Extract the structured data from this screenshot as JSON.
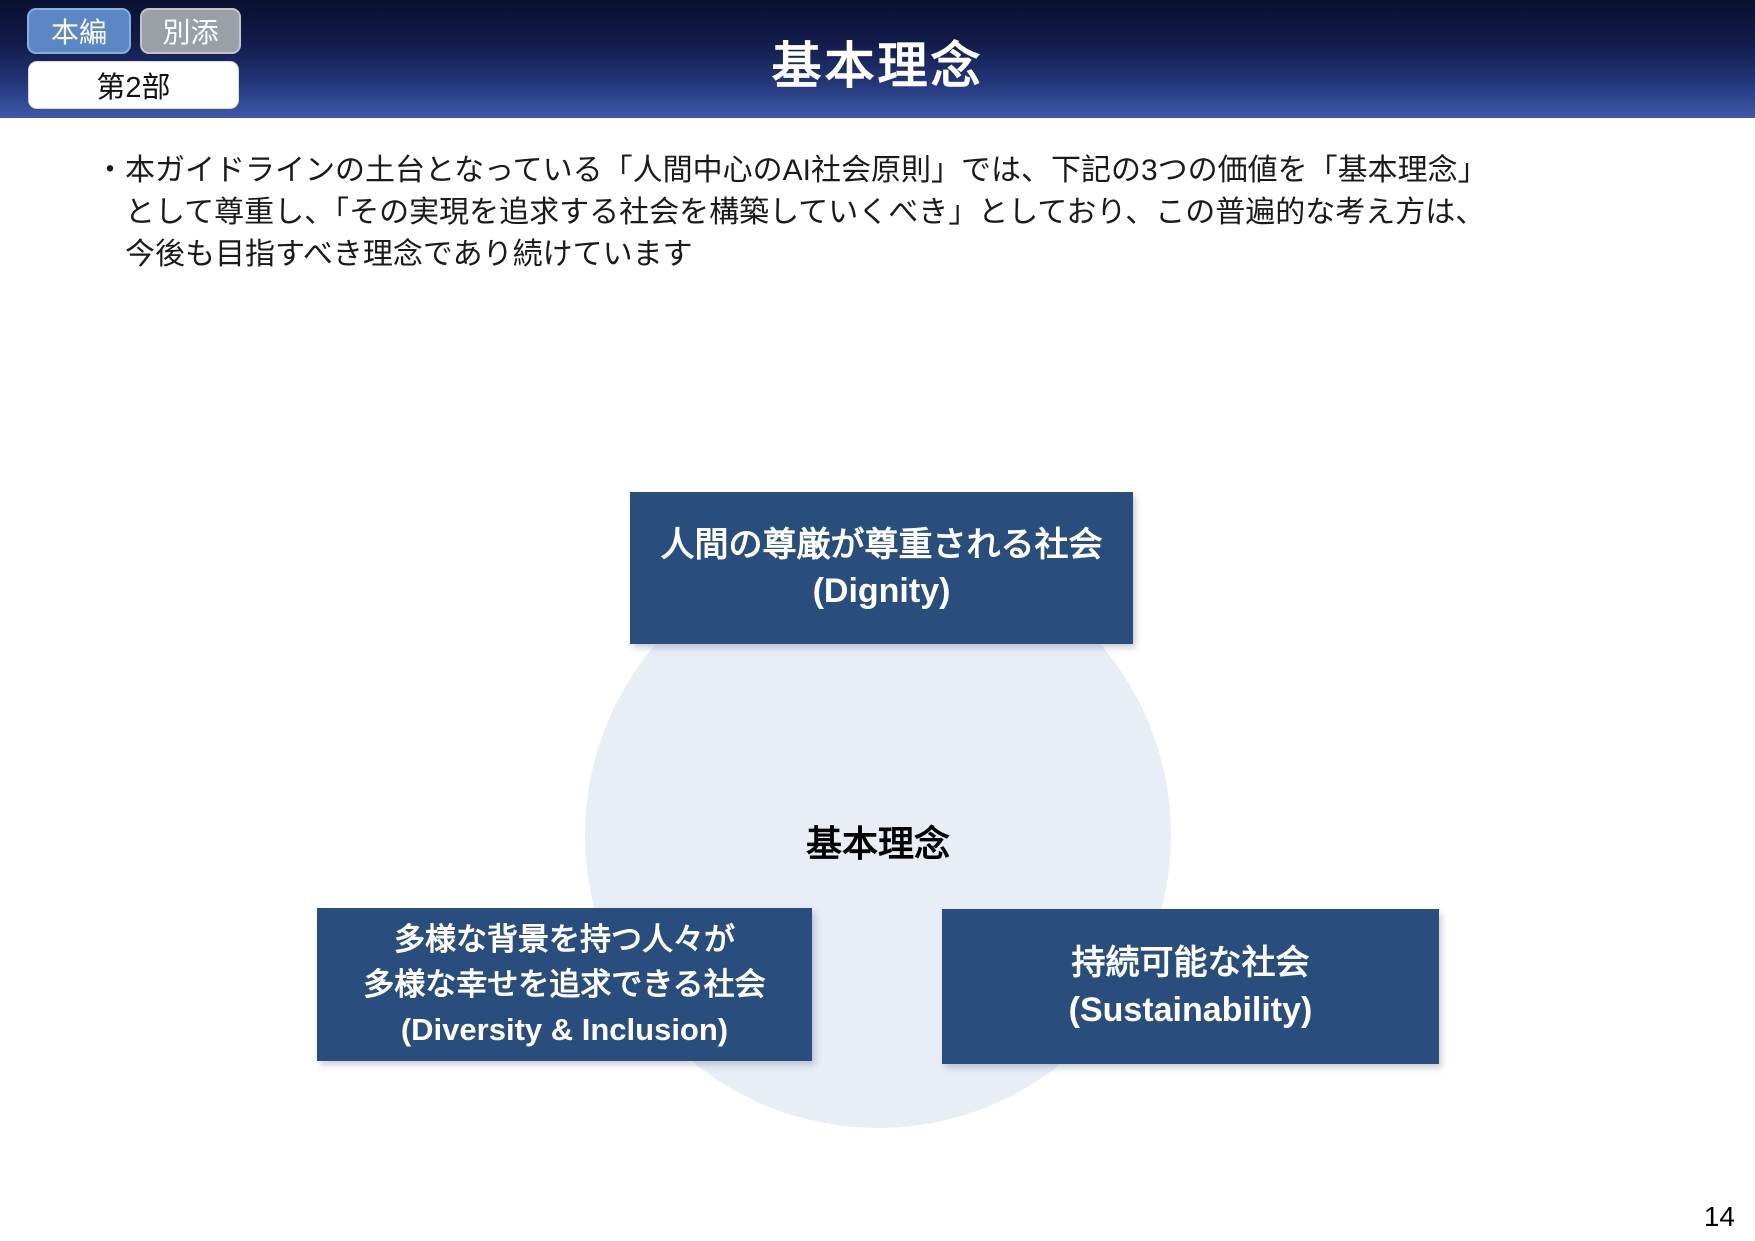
{
  "header": {
    "title": "基本理念",
    "buttons": {
      "main": "本編",
      "attachment": "別添",
      "part": "第2部"
    }
  },
  "intro": {
    "bullet": "・",
    "text": "本ガイドラインの土台となっている「人間中心のAI社会原則」では、下記の3つの価値を「基本理念」として尊重し、「その実現を追求する社会を構築していくべき」としており、この普遍的な考え方は、今後も目指すべき理念であり続けています"
  },
  "diagram": {
    "center_label": "基本理念",
    "dignity": {
      "line1": "人間の尊厳が尊重される社会",
      "line2": "(Dignity)"
    },
    "diversity": {
      "line1": "多様な背景を持つ人々が",
      "line2": "多様な幸せを追求できる社会",
      "line3": "(Diversity & Inclusion)"
    },
    "sustainability": {
      "line1": "持続可能な社会",
      "line2": "(Sustainability)"
    },
    "colors": {
      "box_bg": "#294d7d",
      "circle_bg": "#e8edf6"
    }
  },
  "footer": {
    "page_number": "14"
  }
}
